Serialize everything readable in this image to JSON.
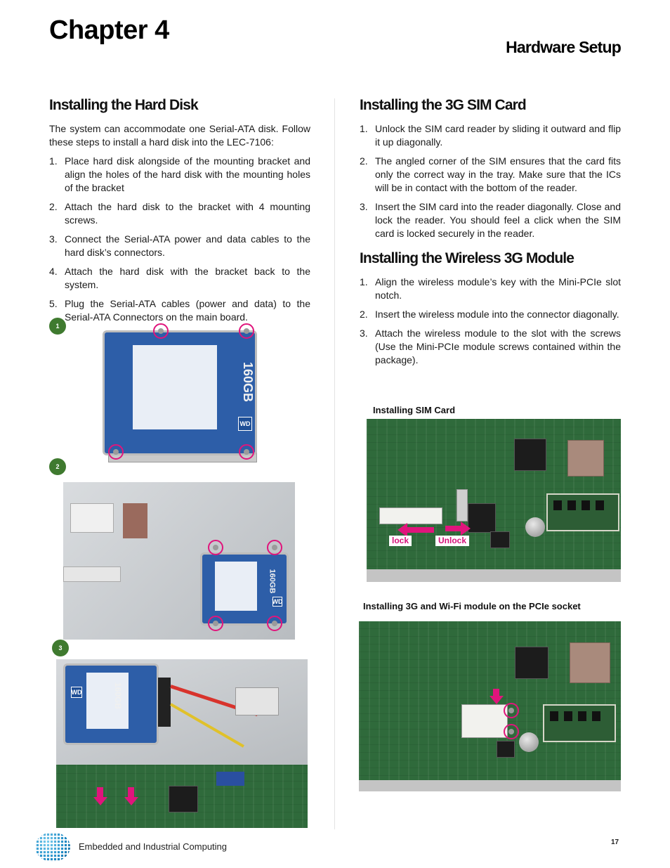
{
  "header": {
    "chapter": "Chapter 4",
    "section": "Hardware Setup"
  },
  "hard_disk": {
    "title": "Installing the Hard Disk",
    "intro": "The system can accommodate one Serial-ATA disk. Follow these steps to install a hard disk into the LEC-7106:",
    "steps": [
      {
        "num": "1.",
        "text": "Place hard disk alongside of the mounting bracket and align the holes of the hard disk with the mounting holes of the bracket"
      },
      {
        "num": "2.",
        "text": "Attach the hard disk to the bracket with 4 mounting screws."
      },
      {
        "num": "3.",
        "text": "Connect the Serial-ATA power and data cables to the hard disk’s connectors."
      },
      {
        "num": "4.",
        "text": "Attach the hard disk with the bracket back to the system."
      },
      {
        "num": "5.",
        "text": "Plug the Serial-ATA cables (power and data) to the Serial-ATA Connectors on the main board."
      }
    ],
    "figure_steps": [
      "1",
      "2",
      "3"
    ],
    "disk_capacity": "160GB",
    "disk_brand": "WD"
  },
  "sim_card": {
    "title": "Installing the 3G SIM Card",
    "steps": [
      {
        "num": "1.",
        "text": "Unlock the SIM card reader by sliding it outward and flip it up diagonally."
      },
      {
        "num": "2.",
        "text": "The angled corner of the SIM ensures that the card fits only the correct way in the tray. Make sure that the ICs will be in contact with the bottom of the reader."
      },
      {
        "num": "3.",
        "text": "Insert the SIM card into the reader diagonally. Close and lock the reader. You should feel a click when the SIM card is locked securely in the reader."
      }
    ]
  },
  "wireless": {
    "title": "Installing the Wireless 3G Module",
    "steps": [
      {
        "num": "1.",
        "text": "Align the wireless module’s key with the Mini-PCIe slot notch."
      },
      {
        "num": "2.",
        "text": "Insert the wireless module into the connector diagonally."
      },
      {
        "num": "3.",
        "text": "Attach the wireless module to the slot with the screws (Use the Mini-PCIe module screws contained within the package)."
      }
    ]
  },
  "figures": {
    "sim_caption": "Installing SIM Card",
    "lock_label": "lock",
    "unlock_label": "Unlock",
    "pcie_caption": "Installing 3G and Wi-Fi module on the PCIe socket"
  },
  "footer": {
    "text": "Embedded and Industrial Computing",
    "page": "17"
  },
  "colors": {
    "step_badge": "#3f7a2f",
    "highlight": "#e0157c",
    "pcb": "#2f6a3b"
  }
}
